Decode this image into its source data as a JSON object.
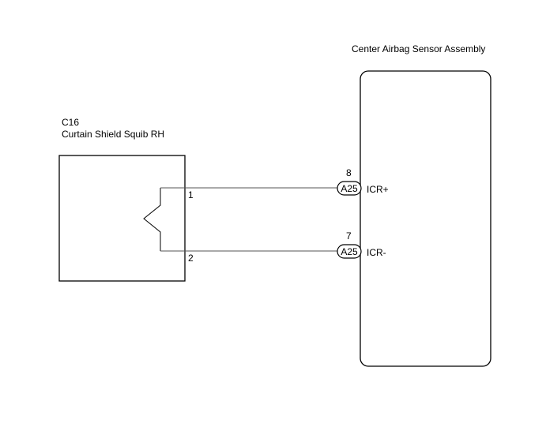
{
  "component_left": {
    "code": "C16",
    "name": "Curtain Shield Squib RH",
    "pins": [
      {
        "number": "1"
      },
      {
        "number": "2"
      }
    ]
  },
  "component_right": {
    "name": "Center Airbag Sensor Assembly",
    "connector": "A25",
    "terminals": [
      {
        "pin": "8",
        "signal": "ICR+"
      },
      {
        "pin": "7",
        "signal": "ICR-"
      }
    ]
  },
  "colors": {
    "line": "#000000",
    "wire": "#555555",
    "background": "#ffffff"
  }
}
